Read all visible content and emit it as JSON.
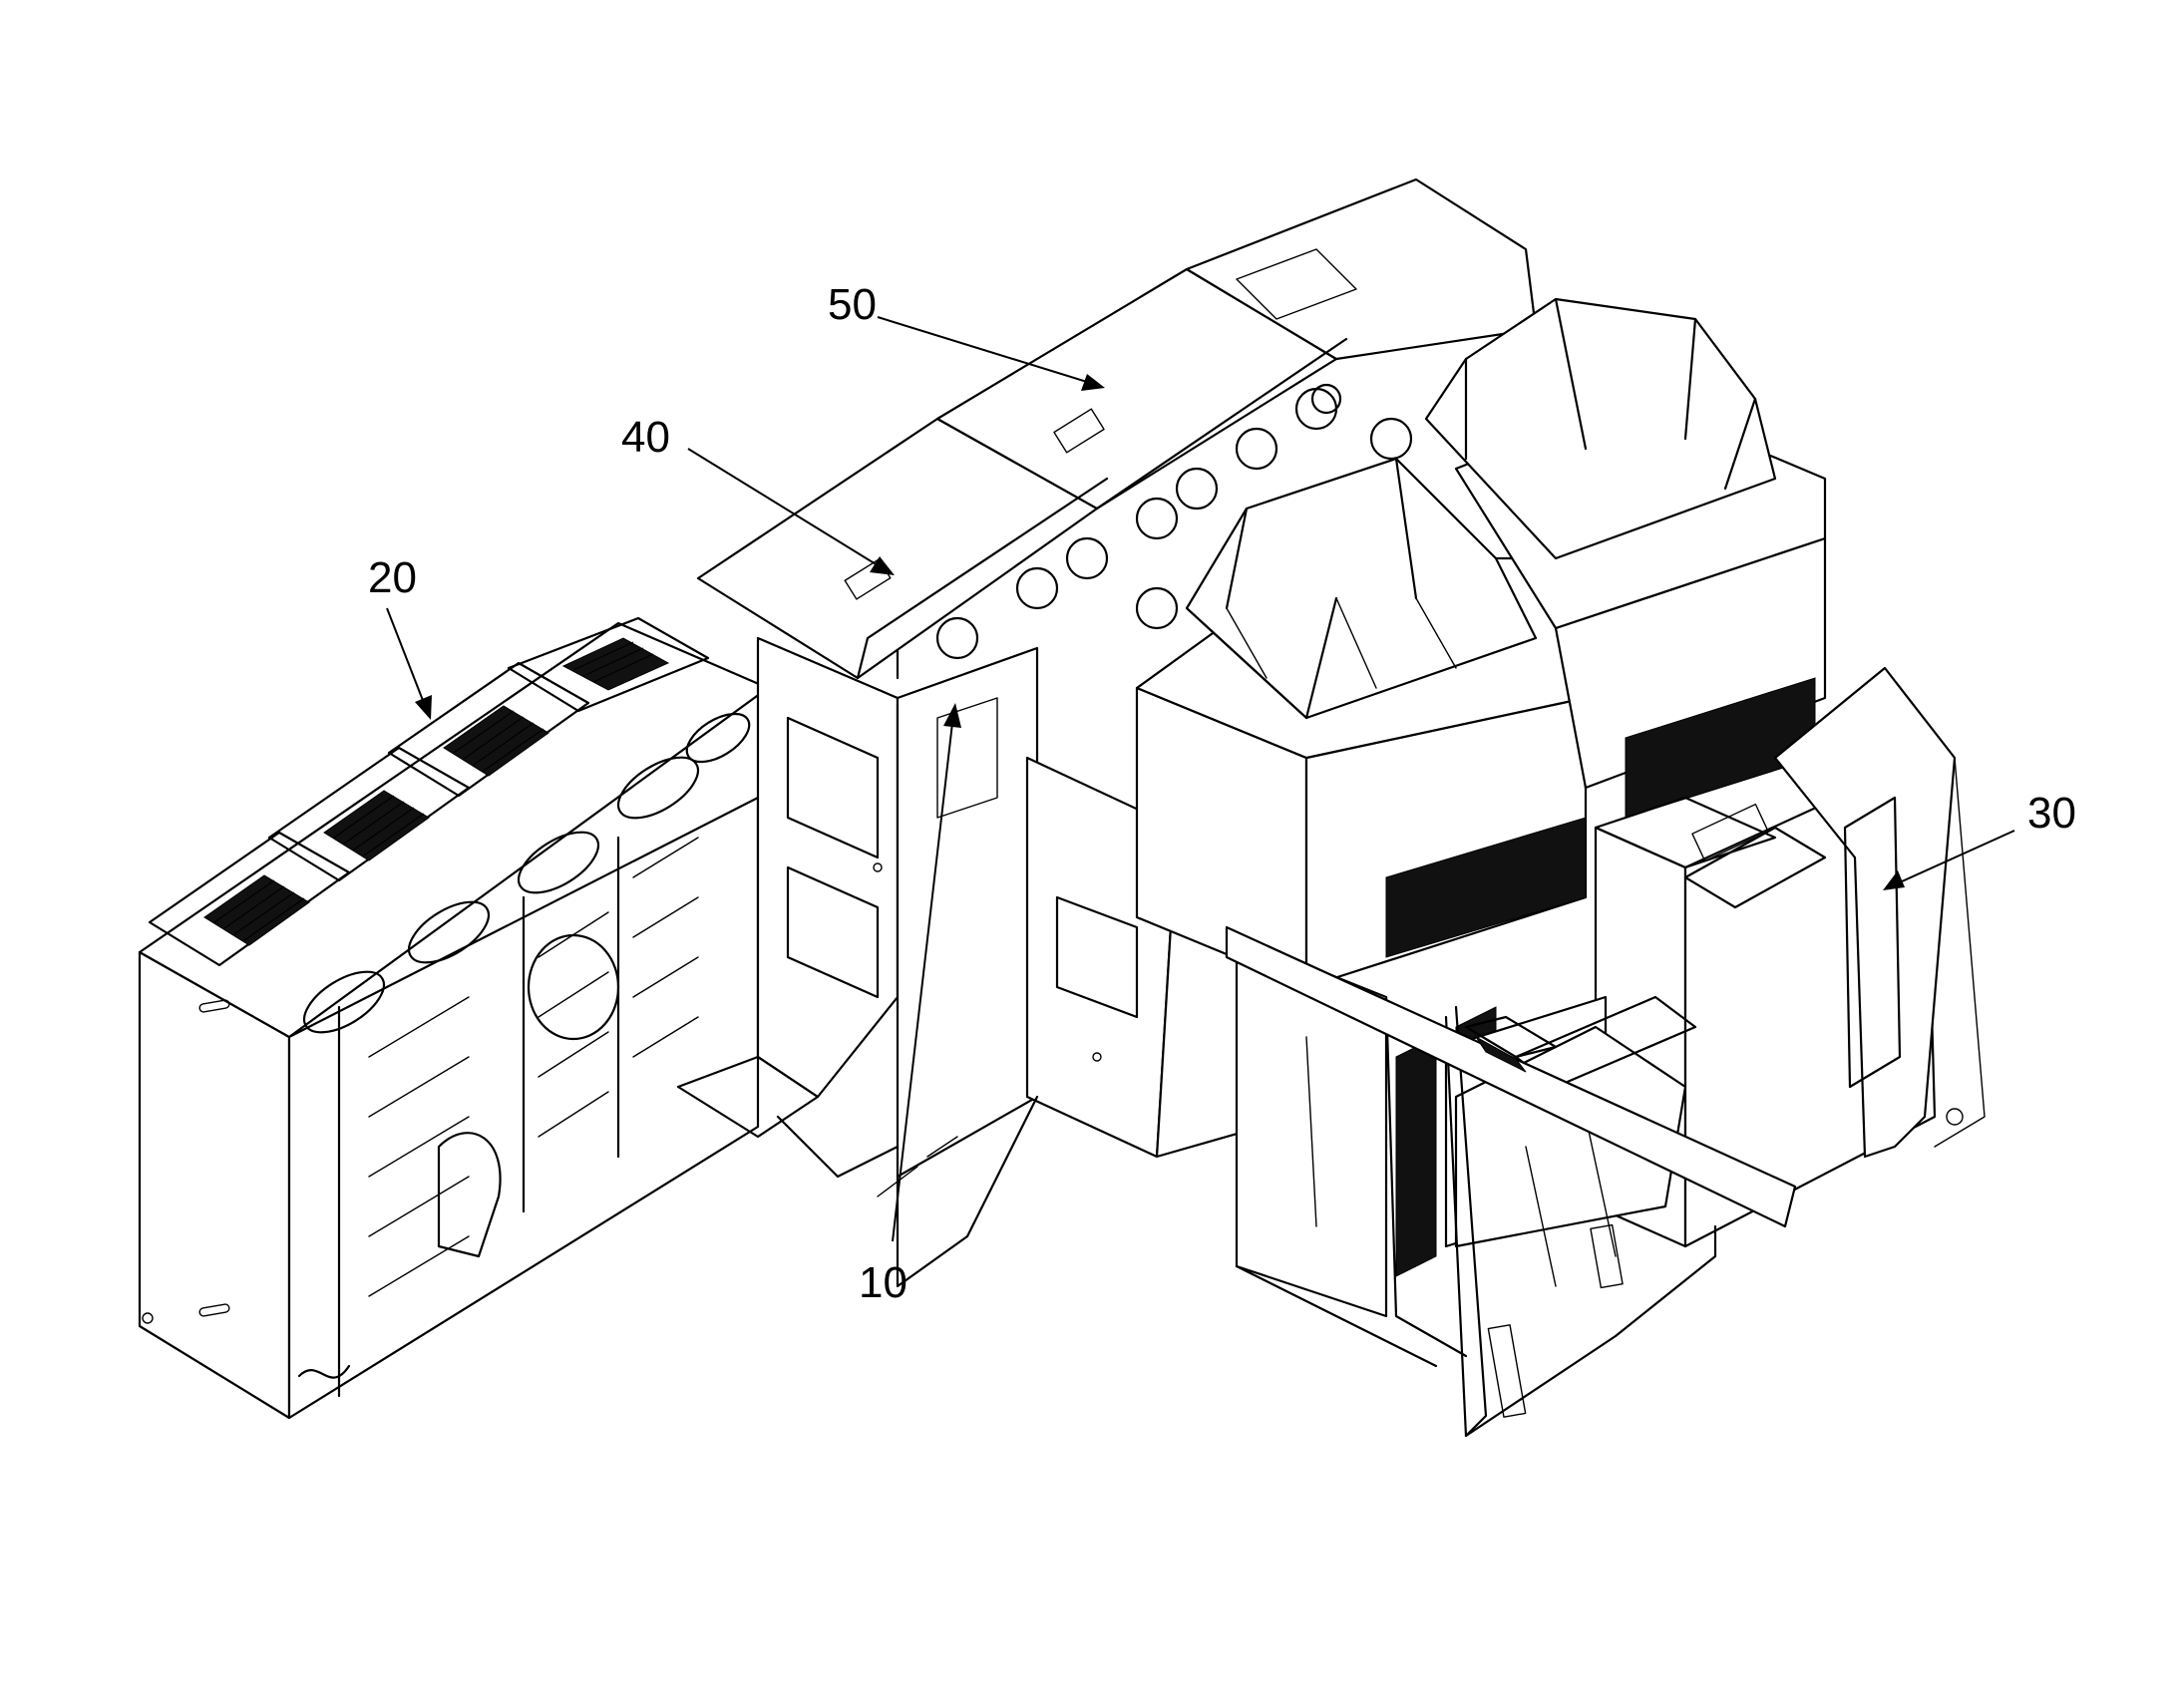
{
  "figure": {
    "reference_labels": [
      {
        "id": "10",
        "text": "10"
      },
      {
        "id": "20",
        "text": "20"
      },
      {
        "id": "30",
        "text": "30"
      },
      {
        "id": "40",
        "text": "40"
      },
      {
        "id": "50",
        "text": "50"
      }
    ]
  },
  "colors": {
    "line": "#000000",
    "background": "#ffffff",
    "grille": "#111111"
  }
}
